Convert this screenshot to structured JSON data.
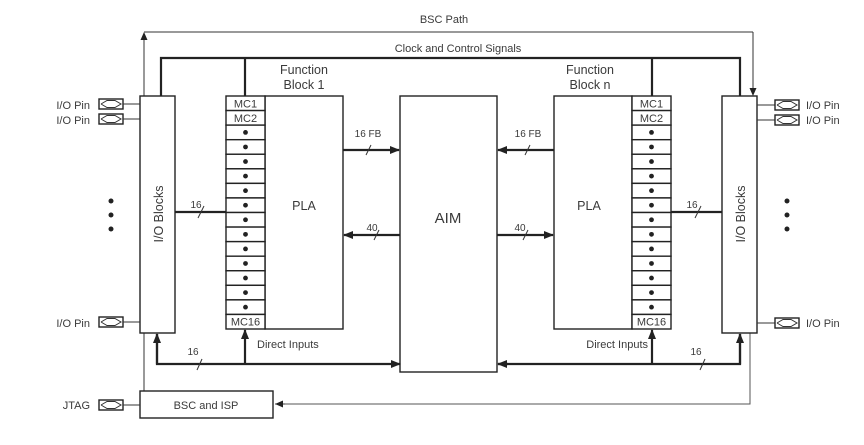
{
  "labels": {
    "bsc_path": "BSC Path",
    "clock_control": "Clock and Control Signals",
    "function_block_1": [
      "Function",
      "Block 1"
    ],
    "function_block_n": [
      "Function",
      "Block n"
    ],
    "pla": "PLA",
    "aim": "AIM",
    "io_blocks": "I/O Blocks",
    "direct_inputs": "Direct Inputs",
    "bsc_and_isp": "BSC and ISP",
    "jtag": "JTAG",
    "io_pin": "I/O Pin",
    "fb_bus": "16 FB",
    "bus_16": "16",
    "bus_40": "40"
  },
  "macrocells": {
    "first": [
      "MC1",
      "MC2"
    ],
    "last": "MC16",
    "dot_rows": 13
  },
  "left_pins": [
    "I/O Pin",
    "I/O Pin",
    "I/O Pin"
  ],
  "right_pins": [
    "I/O Pin",
    "I/O Pin",
    "I/O Pin"
  ]
}
